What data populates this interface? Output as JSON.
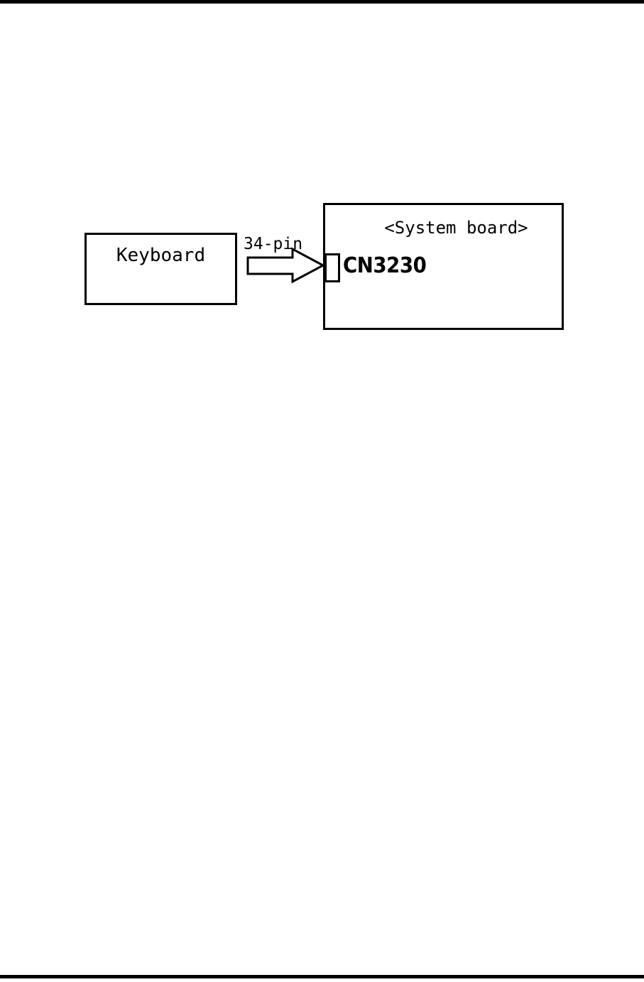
{
  "page": {
    "background_color": "#ffffff",
    "ink_color": "#000000",
    "rules": {
      "top": "",
      "bottom": ""
    }
  },
  "diagram": {
    "type": "block-connection-diagram",
    "title": "",
    "source_block": {
      "label": "Keyboard"
    },
    "connection": {
      "label": "34-pin",
      "direction": "left-to-right",
      "arrow_icon": "block-arrow-right-icon"
    },
    "target_block": {
      "label": "<System board>",
      "connector": {
        "label": "CN3230",
        "port_icon": "connector-stub-icon"
      }
    }
  }
}
